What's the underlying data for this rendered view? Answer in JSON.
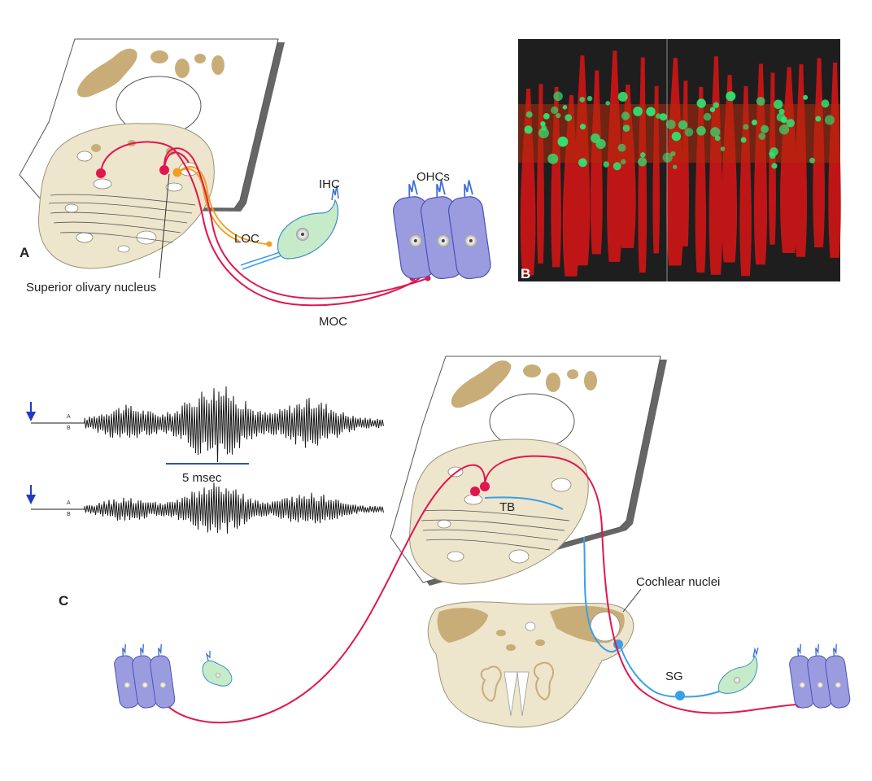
{
  "panels": {
    "a": "A",
    "b": "B",
    "c": "C"
  },
  "labels": {
    "ihc": "IHC",
    "ohcs": "OHCs",
    "loc": "LOC",
    "moc": "MOC",
    "superior_olivary_nucleus": "Superior olivary nucleus",
    "tb": "TB",
    "cochlear_nuclei": "Cochlear nuclei",
    "sg": "SG",
    "scale_bar": "5 msec",
    "trace_marker_top": "A",
    "trace_marker_bottom": "B"
  },
  "colors": {
    "moc_pathway": "#e0174f",
    "loc_pathway": "#f0a020",
    "afferent_pathway": "#3aa0e8",
    "brainstem_tissue": "#ede5cc",
    "nucleus_patches": "#c9ad78",
    "ohc_fill": "#9b9ce0",
    "ihc_fill": "#c5ebc8",
    "scale_bar": "#3050c0",
    "stimulus_arrow": "#2438c8",
    "micrograph_red": "#d81818",
    "micrograph_green": "#30e070"
  },
  "icons": {
    "stimulus_arrow": "down-arrow-icon"
  }
}
